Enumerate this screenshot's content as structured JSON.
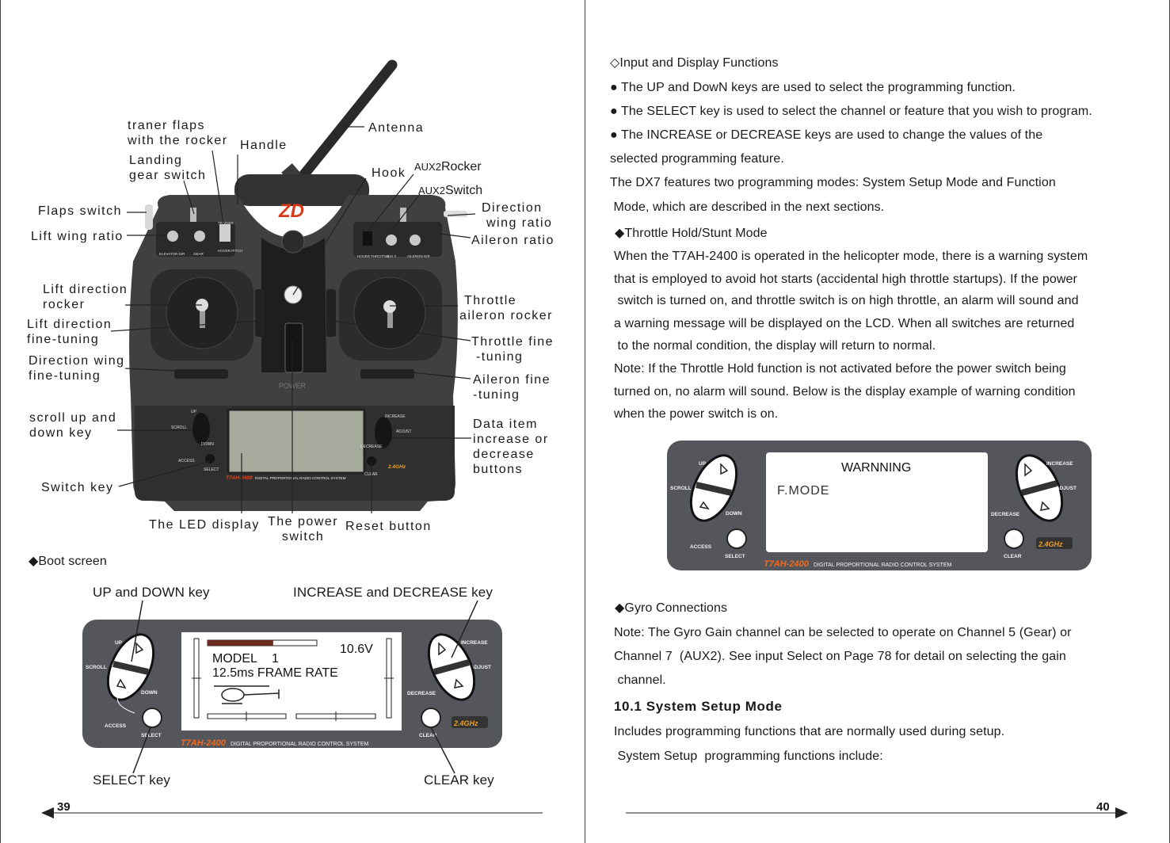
{
  "left_page": {
    "page_number": "39",
    "callouts": {
      "traner_flaps": [
        "traner flaps",
        "with the rocker"
      ],
      "handle": "Handle",
      "antenna": "Antenna",
      "landing_gear": [
        "Landing",
        "gear switch"
      ],
      "hook": "Hook",
      "aux2_rocker_prefix": "AUX2",
      "aux2_rocker": "Rocker",
      "aux2_switch_prefix": "AUX2",
      "aux2_switch": "Switch",
      "flaps_switch": "Flaps switch",
      "direction_wing_ratio": [
        "Direction",
        "wing ratio"
      ],
      "lift_wing_ratio": "Lift wing ratio",
      "aileron_ratio": "Aileron ratio",
      "lift_direction_rocker": [
        "Lift direction",
        "rocker"
      ],
      "throttle_aileron_rocker": [
        "Throttle",
        "aileron rocker"
      ],
      "lift_direction_fine": [
        "Lift direction",
        "fine-tuning"
      ],
      "throttle_fine": [
        "Throttle fine",
        "-tuning"
      ],
      "direction_wing_fine": [
        "Direction wing",
        "fine-tuning"
      ],
      "aileron_fine": [
        "Aileron fine",
        "-tuning"
      ],
      "scroll_key": [
        "scroll up and",
        "down key"
      ],
      "data_item": [
        "Data item",
        "increase or",
        "decrease",
        "buttons"
      ],
      "switch_key": "Switch key",
      "led_display": "The LED display",
      "power_switch": [
        "The power",
        "switch"
      ],
      "reset_button": "Reset button"
    },
    "transmitter": {
      "brand": "ZD",
      "model_logo": "T7AH-2400",
      "footer": "DIGITAL PROPORTIONAL RADIO CONTROL SYSTEM",
      "freq": "2.4GHz",
      "power": "POWER",
      "switch_labels": [
        "ELEVATOR D/R",
        "GEAR",
        "HOVER PITCH",
        "HOVER THROTTLE",
        "AUX 2",
        "AILERON D/R"
      ],
      "trainer": "TRAINER",
      "keys": {
        "up": "UP",
        "scroll": "SCROLL",
        "down": "DOWN",
        "access": "ACCESS",
        "select": "SELECT",
        "increase": "INCREASE",
        "adjust": "ADJUST",
        "decrease": "DECREASE",
        "clear": "CLEAR"
      }
    },
    "boot_heading": "◆Boot screen",
    "boot_labels": {
      "up_down": "UP and DOWN key",
      "inc_dec": "INCREASE and DECREASE key",
      "select": "SELECT key",
      "clear": "CLEAR key"
    },
    "boot_lcd": {
      "voltage": "10.6V",
      "model": "MODEL",
      "model_num": "1",
      "frame": "12.5ms  FRAME  RATE",
      "battery_level": 0.6
    }
  },
  "right_page": {
    "page_number": "40",
    "lines": [
      "◇Input and Display Functions",
      "● The UP and DowN keys are used to select the programming function.",
      "● The SELECT key is used to select the channel or feature that you wish to program.",
      "●  The INCREASE or DECREASE keys are used to change the values of the",
      "selected programming feature.",
      "The DX7 features two programming modes: System Setup Mode and Function",
      " Mode, which are described in the next sections.",
      "◆Throttle Hold/Stunt Mode",
      "When the T7AH-2400 is operated in the helicopter mode, there is a warning system",
      "that is employed to avoid hot starts (accidental high throttle startups). If the power",
      " switch is turned on, and throttle switch is on high throttle, an alarm will sound and",
      "a warning message will be displayed on the LCD. When all switches are returned",
      " to the normal condition, the display will return to normal.",
      "Note: If the Throttle Hold function is not activated before the power switch being",
      "turned on, no alarm will sound. Below is the display example of warning condition",
      "when the power switch is on."
    ],
    "warning_lcd": {
      "title": "WARNNING",
      "mode": "F.MODE"
    },
    "lines2": [
      "◆Gyro Connections",
      "Note: The Gyro Gain channel can be selected to operate on Channel 5 (Gear) or",
      "Channel 7  (AUX2). See input Select on Page 78 for detail on selecting the gain",
      " channel."
    ],
    "section_heading": "10.1 System Setup Mode",
    "lines3": [
      "Includes programming functions that are normally used during setup.",
      " System Setup  programming functions include:"
    ]
  }
}
